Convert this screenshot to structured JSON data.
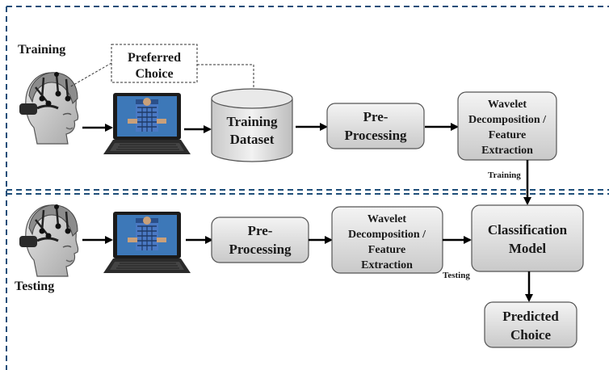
{
  "sections": {
    "training_label": "Training",
    "testing_label": "Testing"
  },
  "callout": {
    "line1": "Preferred",
    "line2": "Choice"
  },
  "training_flow": {
    "dataset": {
      "line1": "Training",
      "line2": "Dataset"
    },
    "preprocessing": {
      "line1": "Pre-",
      "line2": "Processing"
    },
    "feature": {
      "line1": "Wavelet",
      "line2": "Decomposition /",
      "line3": "Feature",
      "line4": "Extraction"
    }
  },
  "testing_flow": {
    "preprocessing": {
      "line1": "Pre-",
      "line2": "Processing"
    },
    "feature": {
      "line1": "Wavelet",
      "line2": "Decomposition /",
      "line3": "Feature",
      "line4": "Extraction"
    },
    "classifier": {
      "line1": "Classification",
      "line2": "Model"
    },
    "output": {
      "line1": "Predicted",
      "line2": "Choice"
    }
  },
  "arrow_labels": {
    "training": "Training",
    "testing": "Testing"
  },
  "icons": [
    "eeg-headset-head-icon",
    "laptop-with-product-image-icon",
    "database-cylinder-icon"
  ],
  "colors": {
    "divider": "#1f4e79",
    "box_fill": "#dcdcdc",
    "box_stroke": "#555555",
    "arrow": "#000000"
  }
}
